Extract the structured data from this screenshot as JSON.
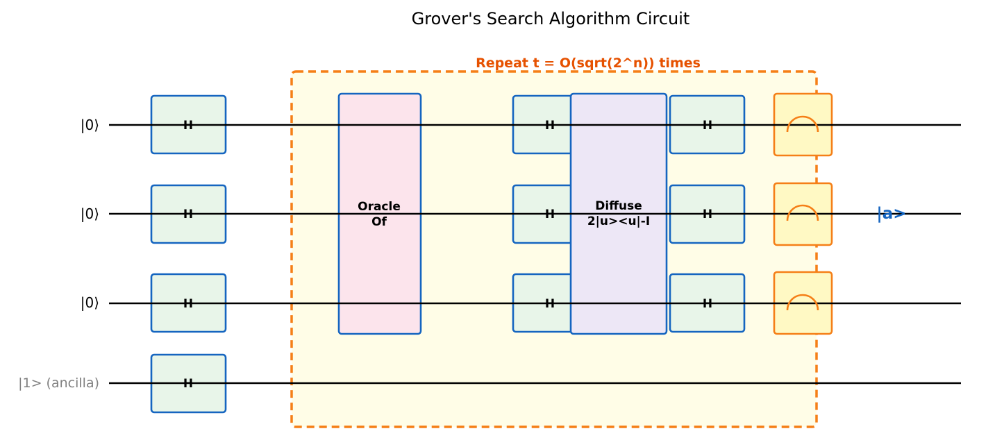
{
  "title": "Grover's Search Algorithm Circuit",
  "repeat_label": "Repeat t = O(sqrt(2^n)) times",
  "qubits": [
    {
      "label": "|0⟩"
    },
    {
      "label": "|0⟩"
    },
    {
      "label": "|0⟩"
    },
    {
      "label": "|1> (ancilla)"
    }
  ],
  "gates": {
    "hadamard": "H",
    "oracle": {
      "line1": "Oracle",
      "line2": "Of"
    },
    "diffuse": {
      "line1": "Diffuse",
      "line2": "2|u><u|-I"
    }
  },
  "output_label": "|a>",
  "colors": {
    "wire": "#000000",
    "gate_border": "#1565c0",
    "hadamard_fill": "#e8f5e9",
    "oracle_fill": "#fce4ec",
    "diffuse_fill": "#ede7f6",
    "measure_fill": "#fff9c4",
    "measure_border": "#f57f17",
    "repeat_border": "#f57f17",
    "repeat_fill": "#fffde7",
    "repeat_text": "#e65100",
    "output_text": "#1565c0",
    "ancilla_text": "#808080"
  }
}
